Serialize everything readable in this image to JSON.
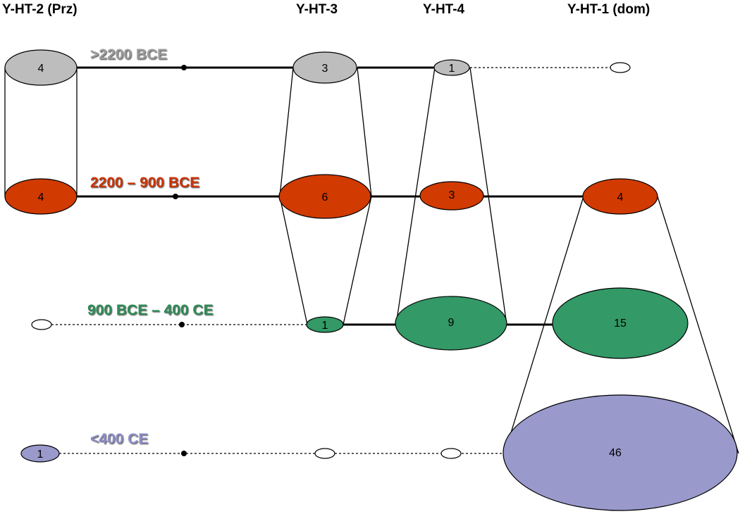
{
  "columns": [
    {
      "key": "ht2",
      "label": "Y-HT-2 (Prz)"
    },
    {
      "key": "ht3",
      "label": "Y-HT-3"
    },
    {
      "key": "ht4",
      "label": "Y-HT-4"
    },
    {
      "key": "ht1",
      "label": "Y-HT-1 (dom)"
    }
  ],
  "periods": [
    {
      "key": "p1",
      "label": ">2200 BCE",
      "color": "#bdbdbd",
      "label_color": "#9a9a9a",
      "shadow": "#6d6d6d"
    },
    {
      "key": "p2",
      "label": "2200 – 900 BCE",
      "color": "#d13a00",
      "label_color": "#cc3300",
      "shadow": "#6a1a00"
    },
    {
      "key": "p3",
      "label": "900 BCE – 400 CE",
      "color": "#339966",
      "label_color": "#2e8b57",
      "shadow": "#174d33"
    },
    {
      "key": "p4",
      "label": "<400 CE",
      "color": "#9999cc",
      "label_color": "#8c8cc7",
      "shadow": "#4d4d80"
    }
  ],
  "nodes": {
    "ht2": {
      "p1": "4",
      "p2": "4",
      "p3": "",
      "p4": "1"
    },
    "ht3": {
      "p1": "3",
      "p2": "6",
      "p3": "1",
      "p4": ""
    },
    "ht4": {
      "p1": "1",
      "p2": "3",
      "p3": "9",
      "p4": ""
    },
    "ht1": {
      "p1": "",
      "p2": "4",
      "p3": "15",
      "p4": "46"
    }
  },
  "node_fills": {
    "empty": "#ffffff"
  }
}
